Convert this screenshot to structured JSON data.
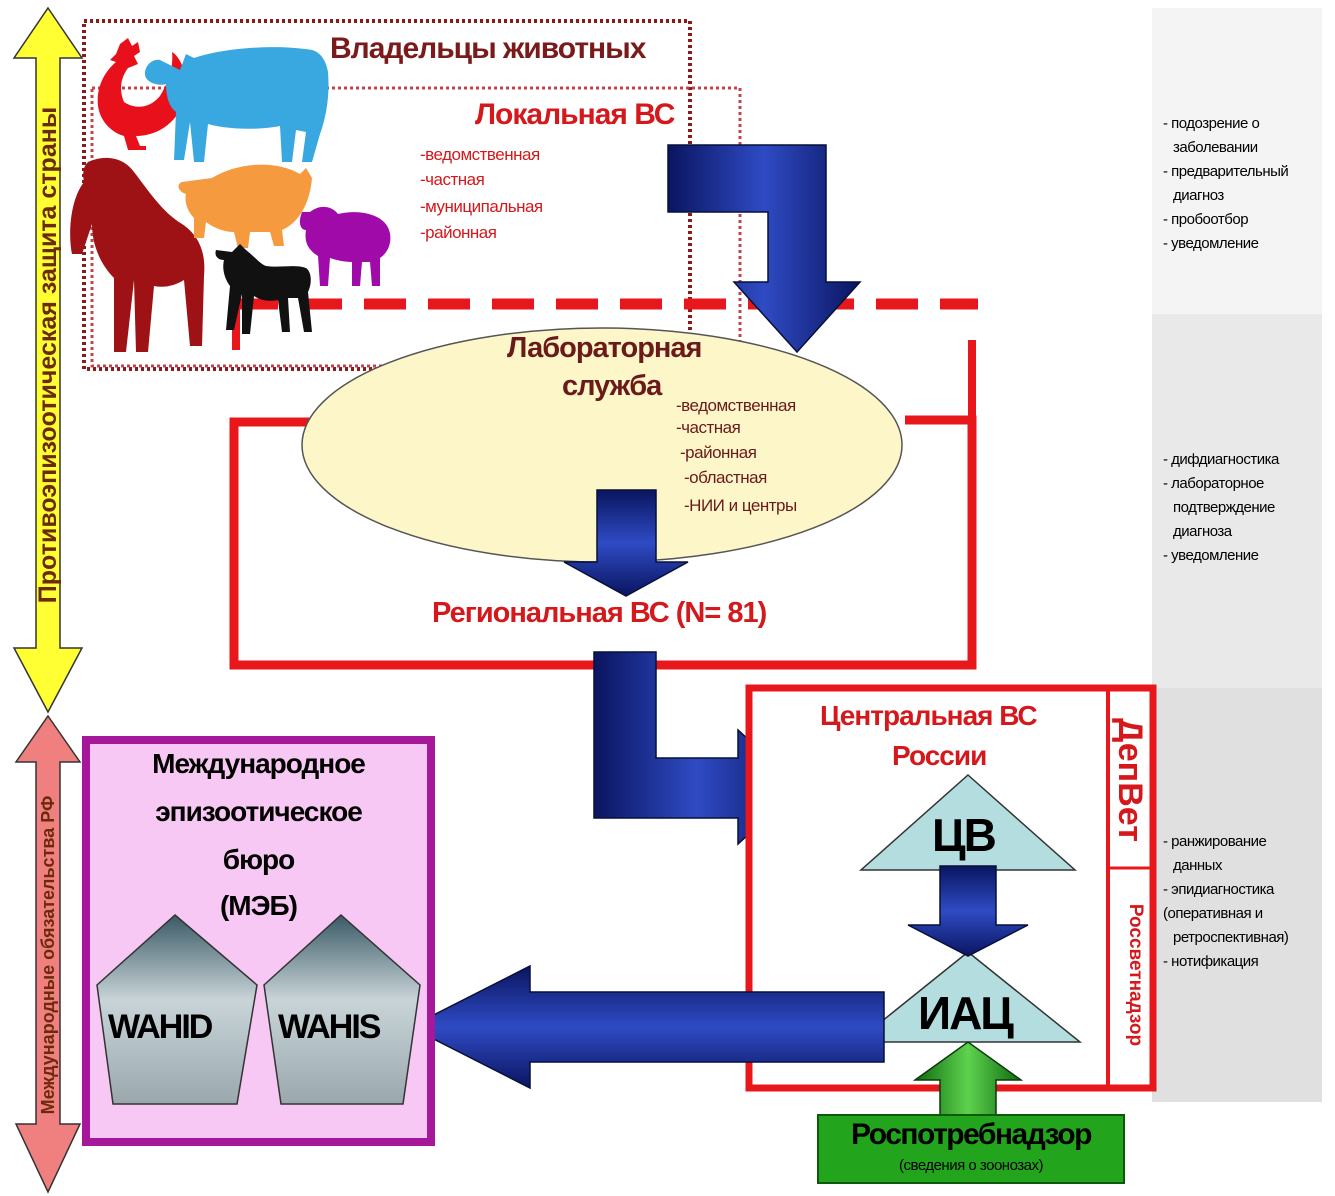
{
  "left_axis": {
    "top_label": "Противоэпизоотическая защита страны",
    "bottom_label": "Международные обязательства РФ"
  },
  "owners": {
    "title": "Владельцы животных",
    "animals": [
      "rooster-icon",
      "cow-icon",
      "horse-icon",
      "pig-icon",
      "sheep-icon",
      "goat-icon"
    ]
  },
  "local_vs": {
    "title": "Локальная ВС",
    "items": [
      "-ведомственная",
      "-частная",
      "-муниципальная",
      "-районная"
    ]
  },
  "lab": {
    "title_line1": "Лабораторная",
    "title_line2": "служба",
    "items": [
      "-ведомственная",
      "-частная",
      "-районная",
      "-областная",
      "-НИИ и центры"
    ]
  },
  "regional": {
    "title": "Региональная ВС (N= 81)"
  },
  "central": {
    "title_line1": "Центральная ВС",
    "title_line2": "России",
    "depvet": "ДепВет",
    "rosvet": "Россветнадзор",
    "cv": "ЦВ",
    "iac": "ИАЦ"
  },
  "oie": {
    "title_lines": [
      "Международное",
      "эпизоотическое",
      "бюро",
      "(МЭБ)"
    ],
    "wahid": "WAHID",
    "wahis": "WAHIS"
  },
  "rospotreb": {
    "title": "Роспотребнадзор",
    "subtitle": "(сведения о зоонозах)"
  },
  "side_notes": {
    "top": [
      "- подозрение о",
      "заболевании",
      "- предварительный",
      "диагноз",
      "- пробоотбор",
      "- уведомление"
    ],
    "middle": [
      "- дифдиагностика",
      "- лабораторное",
      "подтверждение",
      "диагноза",
      "- уведомление"
    ],
    "bottom": [
      "- ранжирование",
      "данных",
      "- эпидиагностика",
      "(оперативная и",
      "ретроспективная)",
      "- нотификация"
    ]
  },
  "colors": {
    "red": "#e8171b",
    "dark_red": "#8b1a1a",
    "navy": "#0a1a6e",
    "lab_fill": "#fdf6c8",
    "oie_fill": "#f7c8f3",
    "oie_border": "#a5189a",
    "green": "#22a51c",
    "yellow": "#ffff33",
    "salmon": "#f08080",
    "triangle": "#b4dde0"
  }
}
